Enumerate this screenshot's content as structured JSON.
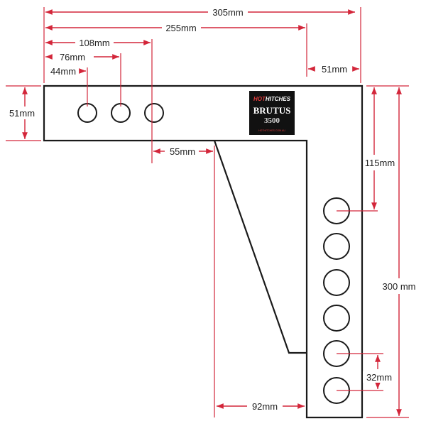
{
  "logo": {
    "brand_hot": "HOT",
    "brand_hitches": "HITCHES",
    "model": "BRUTUS",
    "number": "3500",
    "website": "HOTHITCHES.COM.AU"
  },
  "dimensions": {
    "overall_length": "305mm",
    "to_shank": "255mm",
    "hole3": "108mm",
    "hole2": "76mm",
    "hole1": "44mm",
    "shank_width": "51mm",
    "bar_height": "51mm",
    "gusset_offset": "55mm",
    "first_hole_drop": "115mm",
    "shank_length": "300 mm",
    "hole_spacing": "32mm",
    "bottom_offset": "92mm"
  },
  "colors": {
    "dimension": "#d3263a",
    "outline": "#1a1a1a"
  }
}
